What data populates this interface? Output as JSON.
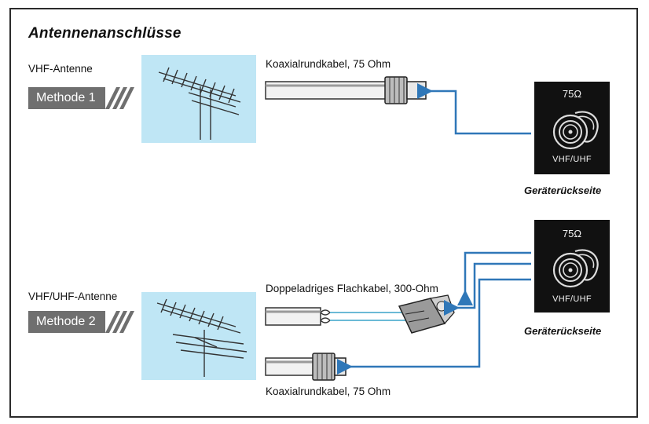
{
  "title": "Antennenanschlüsse",
  "method1": {
    "antenna_label": "VHF-Antenne",
    "method_label": "Methode 1",
    "cable_label": "Koaxialrundkabel, 75 Ohm"
  },
  "method2": {
    "antenna_label": "VHF/UHF-Antenne",
    "method_label": "Methode 2",
    "flat_cable_label": "Doppeladriges Flachkabel, 300-Ohm",
    "coax_cable_label": "Koaxialrundkabel, 75 Ohm"
  },
  "rear_panel": {
    "impedance": "75Ω",
    "port_label": "VHF/UHF",
    "caption": "Geräterückseite"
  },
  "colors": {
    "antenna_bg": "#bfe6f5",
    "arrow": "#2f77b8",
    "badge": "#6f6f6f",
    "panel": "#111111",
    "cable": "#9a9a9a"
  }
}
